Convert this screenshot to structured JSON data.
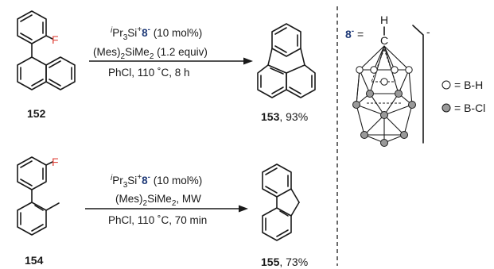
{
  "colors": {
    "ink": "#1a1a1a",
    "fluorine": "#e0463c",
    "anion_label": "#1f3a78",
    "b_cl_ball": "#9a9a9a",
    "b_h_ball": "#ffffff"
  },
  "reaction1": {
    "substrate_label": "152",
    "fluorine_label": "F",
    "cond_line1": {
      "pre": "Pr",
      "sub1": "3",
      "mid": "Si",
      "sup_plus": "+",
      "cat": "8",
      "sup_minus": "-",
      "loading": " (10 mol%)",
      "italic_i": "i"
    },
    "cond_line2": {
      "pre": "(Mes)",
      "sub": "2",
      "post": "SiMe",
      "sub2": "2",
      "tail": " (1.2 equiv)"
    },
    "cond_line3": "PhCl, 110 ˚C, 8 h",
    "product_label": "153",
    "product_yield": ", 93%"
  },
  "reaction2": {
    "substrate_label": "154",
    "fluorine_label": "F",
    "cond_line1": {
      "pre": "Pr",
      "sub1": "3",
      "mid": "Si",
      "sup_plus": "+",
      "cat": "8",
      "sup_minus": "-",
      "loading": " (10 mol%)",
      "italic_i": "i"
    },
    "cond_line2": {
      "pre": "(Mes)",
      "sub": "2",
      "post": "SiMe",
      "sub2": "2",
      "tail": ", MW"
    },
    "cond_line3": "PhCl, 110 ˚C, 70 min",
    "product_label": "155",
    "product_yield": ", 73%"
  },
  "catalyst": {
    "anion_name": "8",
    "anion_charge": "-",
    "equals": " =",
    "apex_label": "H",
    "apex_atom": "C",
    "cage_charge": "-",
    "legend_bh": "= B-H",
    "legend_bcl": "= B-Cl"
  }
}
